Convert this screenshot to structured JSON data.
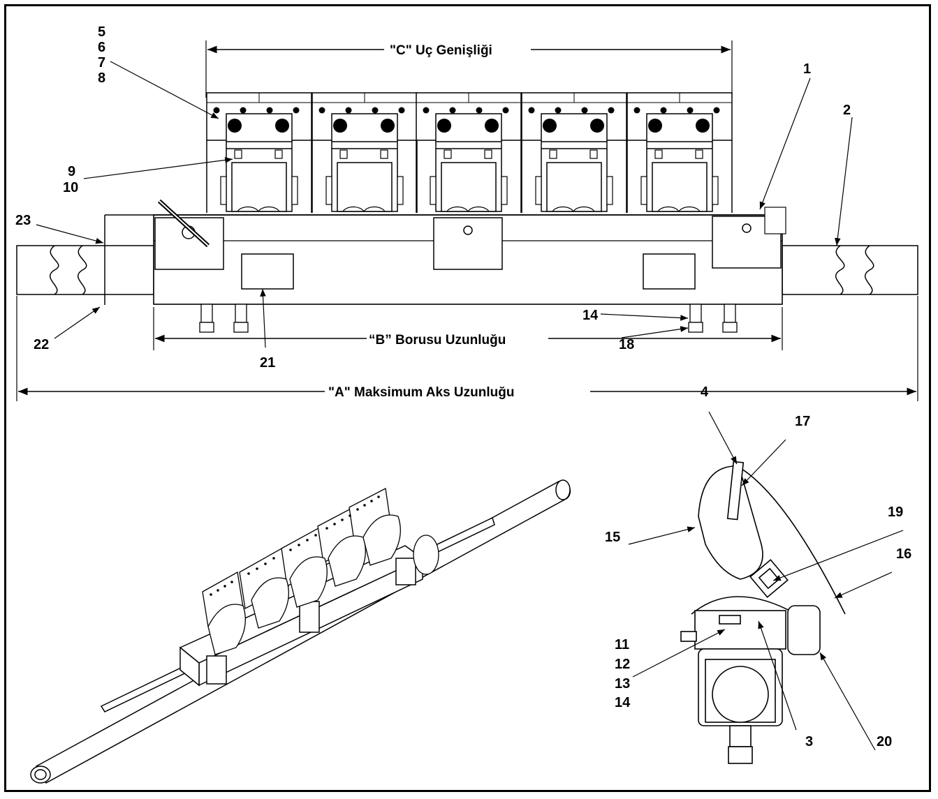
{
  "dimensions": {
    "c_label": "\"C\" Uç Genişliği",
    "b_label": "“B” Borusu Uzunluğu",
    "a_label": "\"A\" Maksimum Aks Uzunluğu"
  },
  "callouts": {
    "c5": "5",
    "c6": "6",
    "c7": "7",
    "c8": "8",
    "c9": "9",
    "c10": "10",
    "c1": "1",
    "c2": "2",
    "c23": "23",
    "c22": "22",
    "c21": "21",
    "c14": "14",
    "c18": "18",
    "c4": "4",
    "c17": "17",
    "c15": "15",
    "c19": "19",
    "c16": "16",
    "c11": "11",
    "c12": "12",
    "c13": "13",
    "c14b": "14",
    "c3": "3",
    "c20": "20"
  }
}
